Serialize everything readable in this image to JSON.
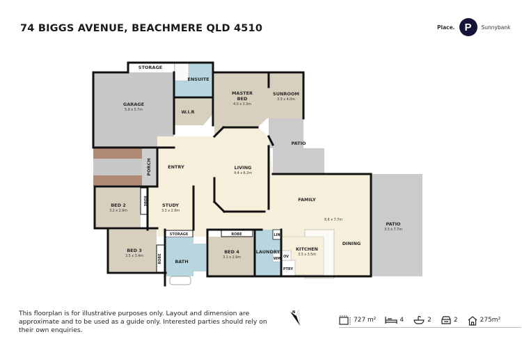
{
  "header": {
    "address": "74 BIGGS AVENUE, BEACHMERE QLD 4510",
    "brand": {
      "place_label": "Place.",
      "logo_letter": "P",
      "office": "Sunnybank",
      "logo_color": "#14143a"
    }
  },
  "floorplan": {
    "colors": {
      "living_cream": "#f6efdc",
      "bedroom_taupe": "#d8d0bf",
      "wet_blue": "#b8d6e0",
      "garage_grey": "#c8c8c8",
      "patio_grey": "#cbcbcb",
      "driveway_brown": "#b08a75",
      "wall": "#111111"
    },
    "rooms": [
      {
        "id": "storage_top",
        "name": "STORAGE",
        "dims": ""
      },
      {
        "id": "garage",
        "name": "GARAGE",
        "dims": "5.9 x 5.7m"
      },
      {
        "id": "ensuite",
        "name": "ENSUITE",
        "dims": ""
      },
      {
        "id": "wir",
        "name": "W.I.R",
        "dims": ""
      },
      {
        "id": "master_bed",
        "name": "MASTER\nBED",
        "name_line1": "MASTER",
        "name_line2": "BED",
        "dims": "4.0 x 3.3m"
      },
      {
        "id": "sunroom",
        "name": "SUNROOM",
        "dims": "3.3 x 4.0m"
      },
      {
        "id": "patio_top",
        "name": "PATIO",
        "dims": ""
      },
      {
        "id": "porch",
        "name": "PORCH",
        "dims": ""
      },
      {
        "id": "entry",
        "name": "ENTRY",
        "dims": ""
      },
      {
        "id": "living",
        "name": "LIVING",
        "dims": "4.4 x 6.2m"
      },
      {
        "id": "family",
        "name": "FAMILY",
        "dims": "6.6 x 7.7m"
      },
      {
        "id": "patio_right",
        "name": "PATIO",
        "dims": "3.3 x 7.7m"
      },
      {
        "id": "bed2",
        "name": "BED 2",
        "dims": "3.2 x 2.9m"
      },
      {
        "id": "robe_bed2",
        "name": "ROBE",
        "dims": ""
      },
      {
        "id": "study",
        "name": "STUDY",
        "dims": "3.3 x 2.9m"
      },
      {
        "id": "storage_mid",
        "name": "STORAGE",
        "dims": ""
      },
      {
        "id": "bed3",
        "name": "BED 3",
        "dims": "3.5 x 3.4m"
      },
      {
        "id": "robe_bed3",
        "name": "ROBE",
        "dims": ""
      },
      {
        "id": "bath",
        "name": "BATH",
        "dims": ""
      },
      {
        "id": "bed4",
        "name": "BED 4",
        "dims": "3.1 x 2.9m"
      },
      {
        "id": "robe_bed4",
        "name": "ROBE",
        "dims": ""
      },
      {
        "id": "laundry",
        "name": "LAUNDRY",
        "dims": ""
      },
      {
        "id": "lin",
        "name": "LIN",
        "dims": ""
      },
      {
        "id": "wm",
        "name": "WM",
        "dims": ""
      },
      {
        "id": "ov",
        "name": "OV",
        "dims": ""
      },
      {
        "id": "ptry",
        "name": "PTRY",
        "dims": ""
      },
      {
        "id": "kitchen",
        "name": "KITCHEN",
        "dims": "3.3 x 3.5m"
      },
      {
        "id": "dining",
        "name": "DINING",
        "dims": ""
      }
    ]
  },
  "footer": {
    "disclaimer": "This floorplan is for illustrative purposes only. Layout and dimension are approximate and to be used as a guide only. Interested parties should rely on their own enquiries.",
    "compass_label": "N",
    "stats": [
      {
        "icon": "land-size-icon",
        "value": "727 m²"
      },
      {
        "icon": "bed-icon",
        "value": "4"
      },
      {
        "icon": "bath-icon",
        "value": "2"
      },
      {
        "icon": "car-icon",
        "value": "2"
      },
      {
        "icon": "house-size-icon",
        "value": "275m²"
      }
    ]
  }
}
